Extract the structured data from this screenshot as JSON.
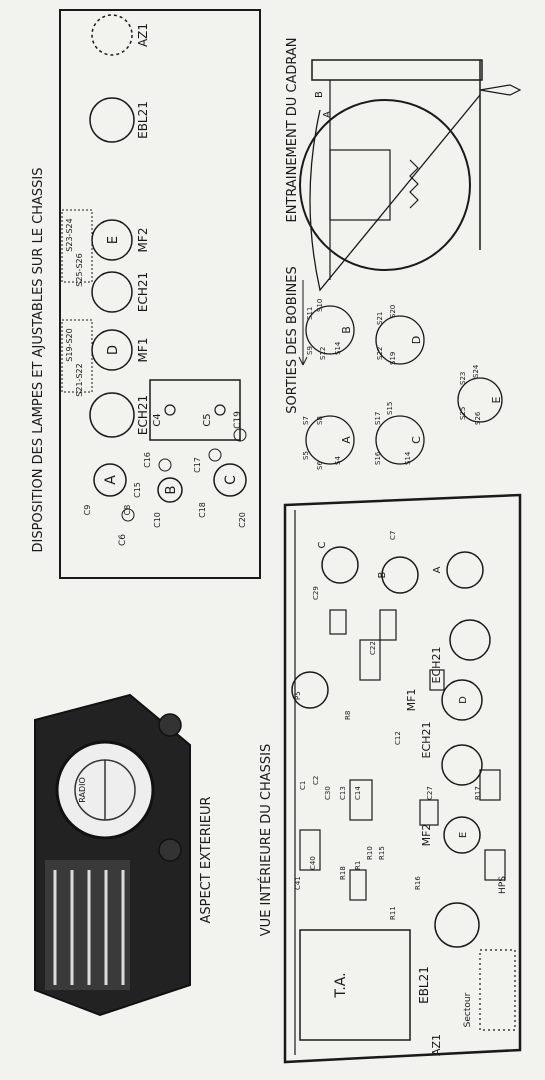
{
  "titles": {
    "lampes": "DISPOSITION DES LAMPES ET AJUSTABLES SUR LE CHASSIS",
    "cadran": "ENTRAINEMENT DU CADRAN",
    "bobines": "SORTIES DES BOBINES",
    "aspect": "ASPECT EXTERIEUR",
    "interieur": "VUE INTÉRIEURE DU CHASSIS"
  },
  "lamp_layout": {
    "tubes": [
      "AZ1",
      "EBL21",
      "MF2",
      "ECH21",
      "MF1",
      "ECH21"
    ],
    "tube_marks": {
      "az1": "AZ1",
      "ebl21": "EBL21",
      "mf2_letter": "E",
      "mf2": "MF2",
      "ech21_top": "ECH21",
      "mf1_letter": "D",
      "mf1": "MF1",
      "ech21": "ECH21"
    },
    "adjusters": {
      "s23_s24": "S23-S24",
      "s25_s26": "S25-S26",
      "s19_s20": "S19-S20",
      "s21_s22": "S21-S22"
    },
    "caps": {
      "c4": "C4",
      "c5": "C5",
      "c19": "C19",
      "c17": "C17",
      "c16": "C16",
      "c15": "C15",
      "c9": "C9",
      "c8": "C8",
      "c10": "C10",
      "c6": "C6",
      "c18": "C18",
      "c20": "C20"
    },
    "coils": {
      "a": "A",
      "b": "B",
      "c": "C"
    }
  },
  "cadran": {
    "a": "A",
    "b": "B"
  },
  "bobines": {
    "labels": {
      "a": "A",
      "b": "B",
      "c": "C",
      "d": "D",
      "e": "E"
    },
    "pins_a": [
      "S7",
      "S8",
      "S5",
      "S6",
      "S4"
    ],
    "pins_b": [
      "S11",
      "S10",
      "S9",
      "S12",
      "S14"
    ],
    "pins_c": [
      "S17",
      "S15",
      "S16",
      "S14"
    ],
    "pins_d": [
      "S21",
      "S20",
      "S22",
      "S19"
    ],
    "pins_e": [
      "S23",
      "S24",
      "S25",
      "S26"
    ]
  },
  "chassis": {
    "labels": {
      "ta": "T.A.",
      "ebl21": "EBL21",
      "az1": "AZ1",
      "mf2": "MF2",
      "mf1": "MF1",
      "ech21a": "ECH21",
      "ech21b": "ECH21",
      "hps": "HPS",
      "selecteur": "Sectour",
      "a": "A",
      "b": "B",
      "c": "C",
      "d": "D",
      "e": "E"
    },
    "parts": [
      "C41",
      "C40",
      "C30",
      "C13",
      "C14",
      "C12",
      "C2",
      "C1",
      "R18",
      "R1",
      "R10",
      "R15",
      "R8",
      "R16",
      "R11",
      "C27",
      "R17",
      "C7",
      "P5",
      "C29",
      "C22"
    ]
  },
  "aspect": {
    "dial_text": "RADIO"
  }
}
